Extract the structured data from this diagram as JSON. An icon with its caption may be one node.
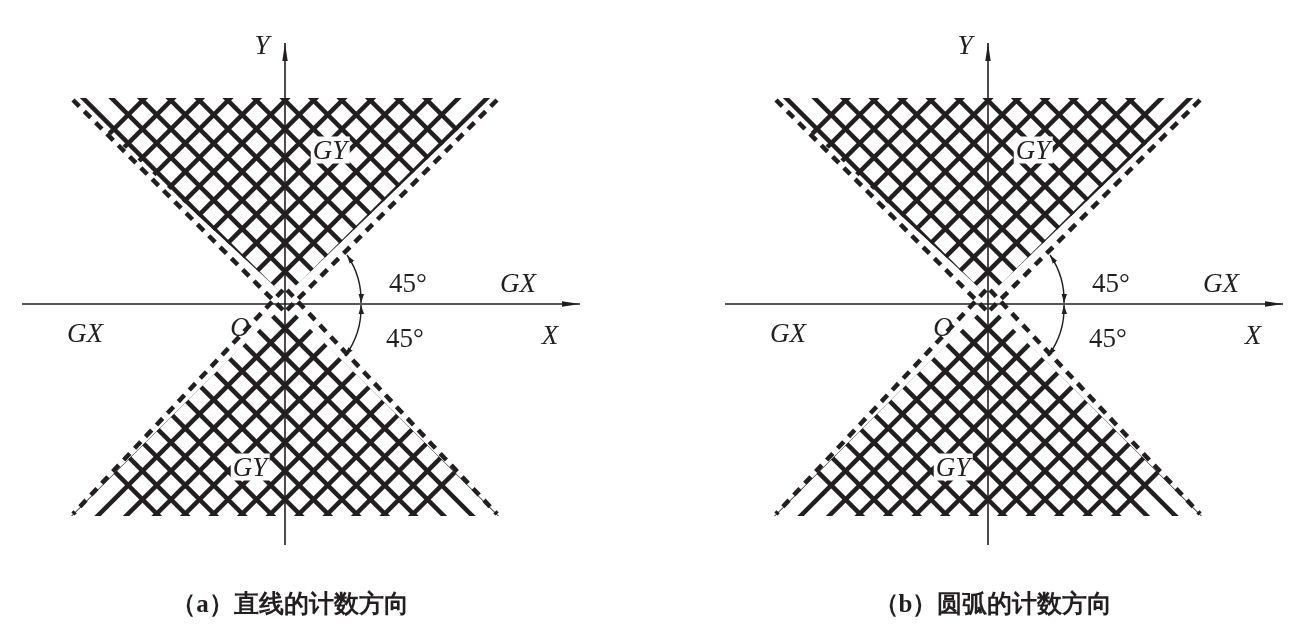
{
  "diagram": {
    "labels": [
      "Y",
      "GY",
      "45°",
      "GX",
      "GX",
      "O",
      "45°",
      "X",
      "GY",
      "（a）直线的计数方向",
      "Y",
      "GY",
      "45°",
      "GX",
      "GX",
      "O",
      "45°",
      "X",
      "GY",
      "（b）圆弧的计数方向"
    ]
  }
}
